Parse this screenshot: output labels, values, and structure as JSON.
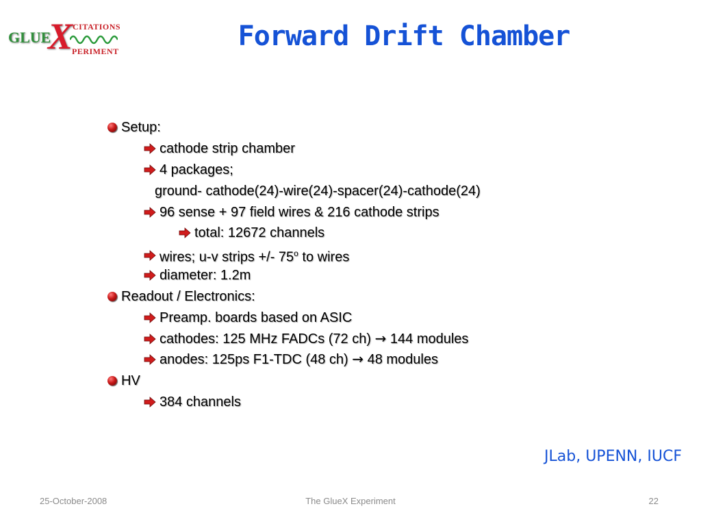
{
  "logo": {
    "glue": "GLUE",
    "x": "X",
    "citations": "CITATIONS",
    "periment": "PERIMENT"
  },
  "title": "Forward Drift Chamber",
  "bullets": {
    "setup": "Setup:",
    "cathode_strip": "cathode strip chamber",
    "packages": "4 packages;",
    "ground": "ground- cathode(24)-wire(24)-spacer(24)-cathode(24)",
    "sense": "96 sense + 97 field wires & 216 cathode strips",
    "total": "total: 12672 channels",
    "wires_pre": "wires; u-v strips +/- 75",
    "wires_deg": "o",
    "wires_post": " to wires",
    "diameter": "diameter: 1.2m",
    "readout": "Readout / Electronics:",
    "preamp": "Preamp. boards based on ASIC",
    "cathodes_pre": "cathodes: 125 MHz FADCs (72 ch)",
    "cathodes_arrow": "→",
    "cathodes_post": "144 modules",
    "anodes_pre": "anodes: 125ps F1-TDC (48 ch)",
    "anodes_arrow": "→",
    "anodes_post": "48 modules",
    "hv": "HV",
    "hv_channels": "384 channels"
  },
  "credits": "JLab, UPENN, IUCF",
  "footer": {
    "date": "25-October-2008",
    "center": "The GlueX Experiment",
    "page": "22"
  },
  "colors": {
    "title": "#1552d6",
    "bullet_red": "#c81818",
    "footer_gray": "#8a8a8a"
  }
}
